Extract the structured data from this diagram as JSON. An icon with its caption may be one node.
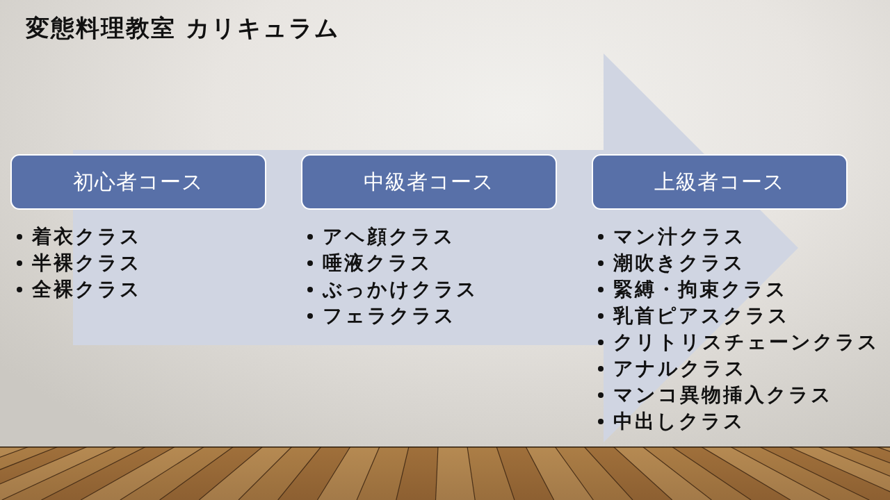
{
  "diagram": {
    "title": "変態料理教室 カリキュラム",
    "nodes": [
      {
        "text": [
          "初心者コース"
        ],
        "beside": [
          "着衣クラス",
          "半裸クラス",
          "全裸クラス"
        ]
      },
      {
        "text": [
          "中級者コース"
        ],
        "beside": [
          "アヘ顔クラス",
          "唾液クラス",
          "ぶっかけクラス",
          "フェラクラス"
        ]
      },
      {
        "text": [
          "上級者コース"
        ],
        "beside": [
          "マン汁クラス",
          "潮吹きクラス",
          "緊縛・拘束クラス",
          "乳首ピアスクラス",
          "クリトリスチェーンクラス",
          "アナルクラス",
          "マンコ異物挿入クラス",
          "中出しクラス"
        ]
      }
    ]
  }
}
